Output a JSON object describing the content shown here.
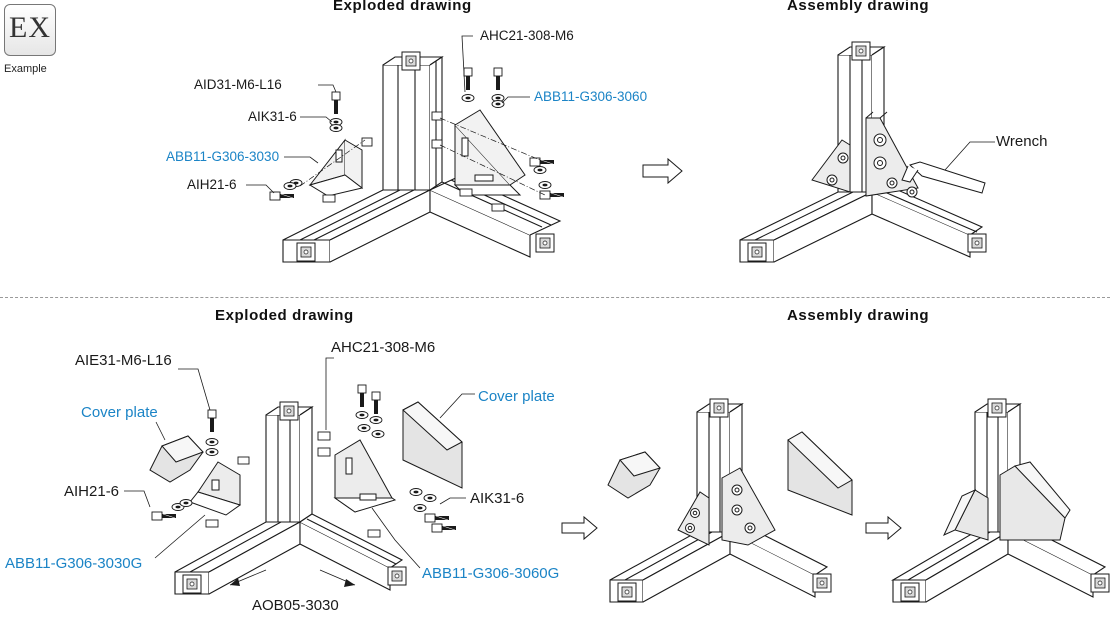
{
  "badge": {
    "text": "EX",
    "caption": "Example"
  },
  "top": {
    "exploded_heading": "Exploded drawing",
    "assembly_heading": "Assembly drawing",
    "labels": {
      "ahc": "AHC21-308-M6",
      "aid": "AID31-M6-L16",
      "aik": "AIK31-6",
      "abb3030": "ABB11-G306-3030",
      "abb3060": "ABB11-G306-3060",
      "aih": "AIH21-6",
      "wrench": "Wrench"
    }
  },
  "bottom": {
    "exploded_heading": "Exploded drawing",
    "assembly_heading": "Assembly drawing",
    "labels": {
      "aie": "AIE31-M6-L16",
      "ahc": "AHC21-308-M6",
      "cover_left": "Cover plate",
      "cover_right": "Cover plate",
      "aih": "AIH21-6",
      "aik": "AIK31-6",
      "abb3030g": "ABB11-G306-3030G",
      "abb3060g": "ABB11-G306-3060G",
      "aob": "AOB05-3030"
    }
  },
  "colors": {
    "label_blue": "#1b84c6",
    "line_art": "#1a1a1a",
    "divider": "#9a9a9a"
  }
}
